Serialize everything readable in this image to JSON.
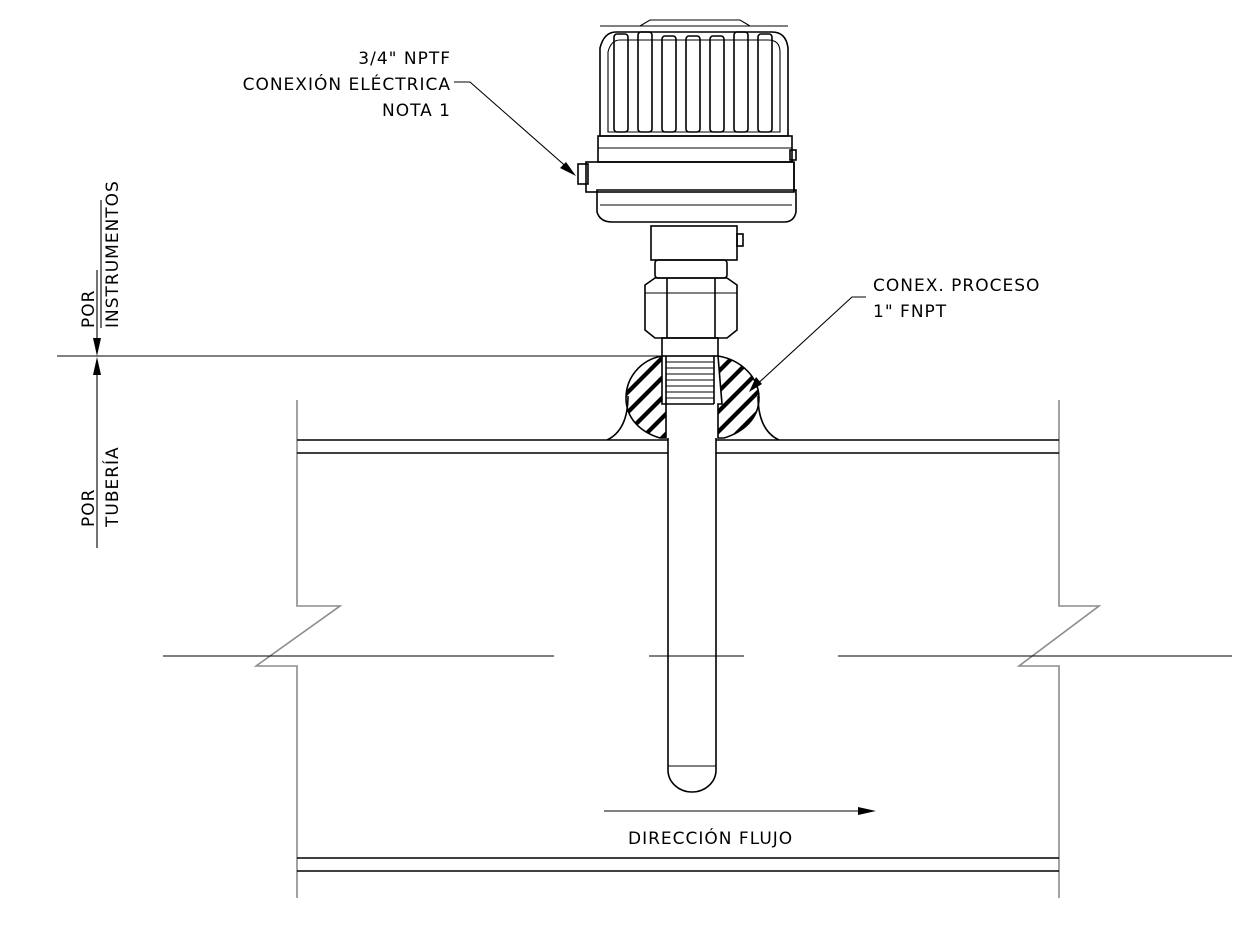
{
  "labels": {
    "electrical_size": "3/4\" NPTF",
    "electrical_conn": "CONEXIÓN ELÉCTRICA",
    "electrical_note": "NOTA 1",
    "process_conn": "CONEX. PROCESO",
    "process_size": "1\" FNPT",
    "scope_top_1": "POR",
    "scope_top_2": "INSTRUMENTOS",
    "scope_bottom_1": "POR",
    "scope_bottom_2": "TUBERÍA",
    "flow_direction": "DIRECCIÓN FLUJO"
  },
  "colors": {
    "linework": "#000000",
    "pipe_outline": "#8c8c8c",
    "background": "#ffffff"
  }
}
